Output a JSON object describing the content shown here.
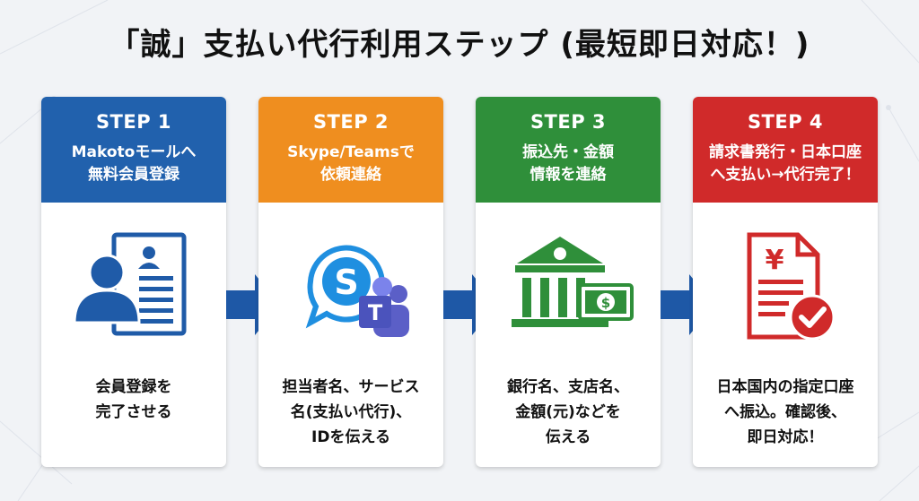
{
  "title": "「誠」支払い代行利用ステップ (最短即日対応！)",
  "colors": {
    "step1": "#2161ad",
    "step2": "#ef8e1f",
    "step3": "#2f8f3a",
    "step4": "#d02a2a",
    "arrow": "#1e58a6",
    "icon_blue": "#1f5ba8",
    "icon_green": "#2f8f3a",
    "icon_red": "#d02a2a"
  },
  "steps": [
    {
      "label": "STEP 1",
      "title": "Makotoモールへ\n無料会員登録",
      "icon": "user-registration-icon",
      "description": "会員登録を\n完了させる"
    },
    {
      "label": "STEP 2",
      "title": "Skype/Teamsで\n依頼連絡",
      "icon": "skype-teams-icon",
      "description": "担当者名、サービス\n名(支払い代行)、\nIDを伝える"
    },
    {
      "label": "STEP 3",
      "title": "振込先・金額\n情報を連絡",
      "icon": "bank-money-icon",
      "description": "銀行名、支店名、\n金額(元)などを\n伝える"
    },
    {
      "label": "STEP 4",
      "title": "請求書発行・日本口座\nへ支払い→代行完了！",
      "icon": "yen-invoice-check-icon",
      "description": "日本国内の指定口座\nへ振込。確認後、\n即日対応！"
    }
  ]
}
